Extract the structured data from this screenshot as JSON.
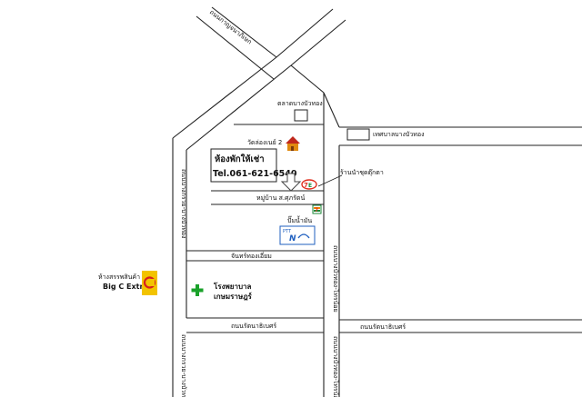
{
  "map": {
    "colors": {
      "road": "#222222",
      "background": "#ffffff",
      "hospital_cross": "#1aa12a",
      "bigc_yellow": "#f2c300",
      "bigc_red": "#d62020",
      "seven_eleven_green": "#1c8a3a",
      "seven_eleven_red": "#e03020",
      "seven_eleven_orange": "#f08a00",
      "ptt_blue": "#1f5fbf",
      "temple_orange": "#e08a10",
      "temple_red": "#c0281c"
    },
    "roads": {
      "diagonal_top": "ถนนกาญจนาภิเษก",
      "upper_right": "เทศบาลบางบัวทอง",
      "right_vertical": "ถนนบางบัวทอง-ไทรน้อย",
      "left_vertical": "ถนนบางกรวย-บางบัวทอง",
      "lower_left_vertical": "ถนนบางกรวย-บางบัวทอง",
      "lower_right_vertical": "ถนนบางบัวทอง-ไทรน้อย",
      "bottom_left": "ถนนรัตนาธิเบศร์",
      "bottom_right": "ถนนรัตนาธิเบศร์",
      "mid_horizontal": "จันทร์ทองเอี่ยม"
    },
    "places": {
      "market": "ตลาดบางบัวทอง",
      "temple": "วัดล่องเนย์ 2",
      "accommodation_name": "ห้องพักให้เช่า",
      "accommodation_phone": "Tel.061-621-6540",
      "village": "หมู่บ้าน ส.ศุภรัตน์",
      "shop_arrow_label": "ร้านนำชุดตุ๊กตา",
      "gas_station": "ปั๊มน้ำมัน",
      "ptt_brand": "PTT",
      "hospital_line1": "โรงพยาบาล",
      "hospital_line2": "เกษมราษฎร์",
      "bigc_line1": "ห้างสรรพสินค้า",
      "bigc_line2": "Big C Extra"
    },
    "icons": {
      "temple": "temple-icon",
      "seven_eleven": "seven-eleven-logo",
      "ptt": "ptt-station-icon",
      "hospital": "hospital-cross-icon",
      "bigc": "bigc-logo",
      "arrow": "location-arrow-icon",
      "cup": "tea-cup-icon"
    }
  }
}
